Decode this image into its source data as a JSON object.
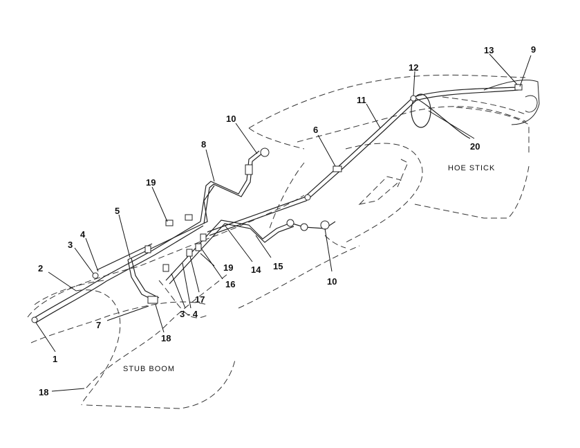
{
  "area_labels": {
    "stub_boom": "STUB BOOM",
    "hoe_stick": "HOE STICK"
  },
  "callouts": {
    "c1": "1",
    "c2": "2",
    "c3a": "3",
    "c4a": "4",
    "c5": "5",
    "c6": "6",
    "c7": "7",
    "c8": "8",
    "c9": "9",
    "c10a": "10",
    "c10b": "10",
    "c11": "11",
    "c12": "12",
    "c13": "13",
    "c14": "14",
    "c15": "15",
    "c16": "16",
    "c17": "17",
    "c18a": "18",
    "c18b": "18",
    "c19a": "19",
    "c19b": "19",
    "c20": "20",
    "c34": "3 - 4"
  }
}
